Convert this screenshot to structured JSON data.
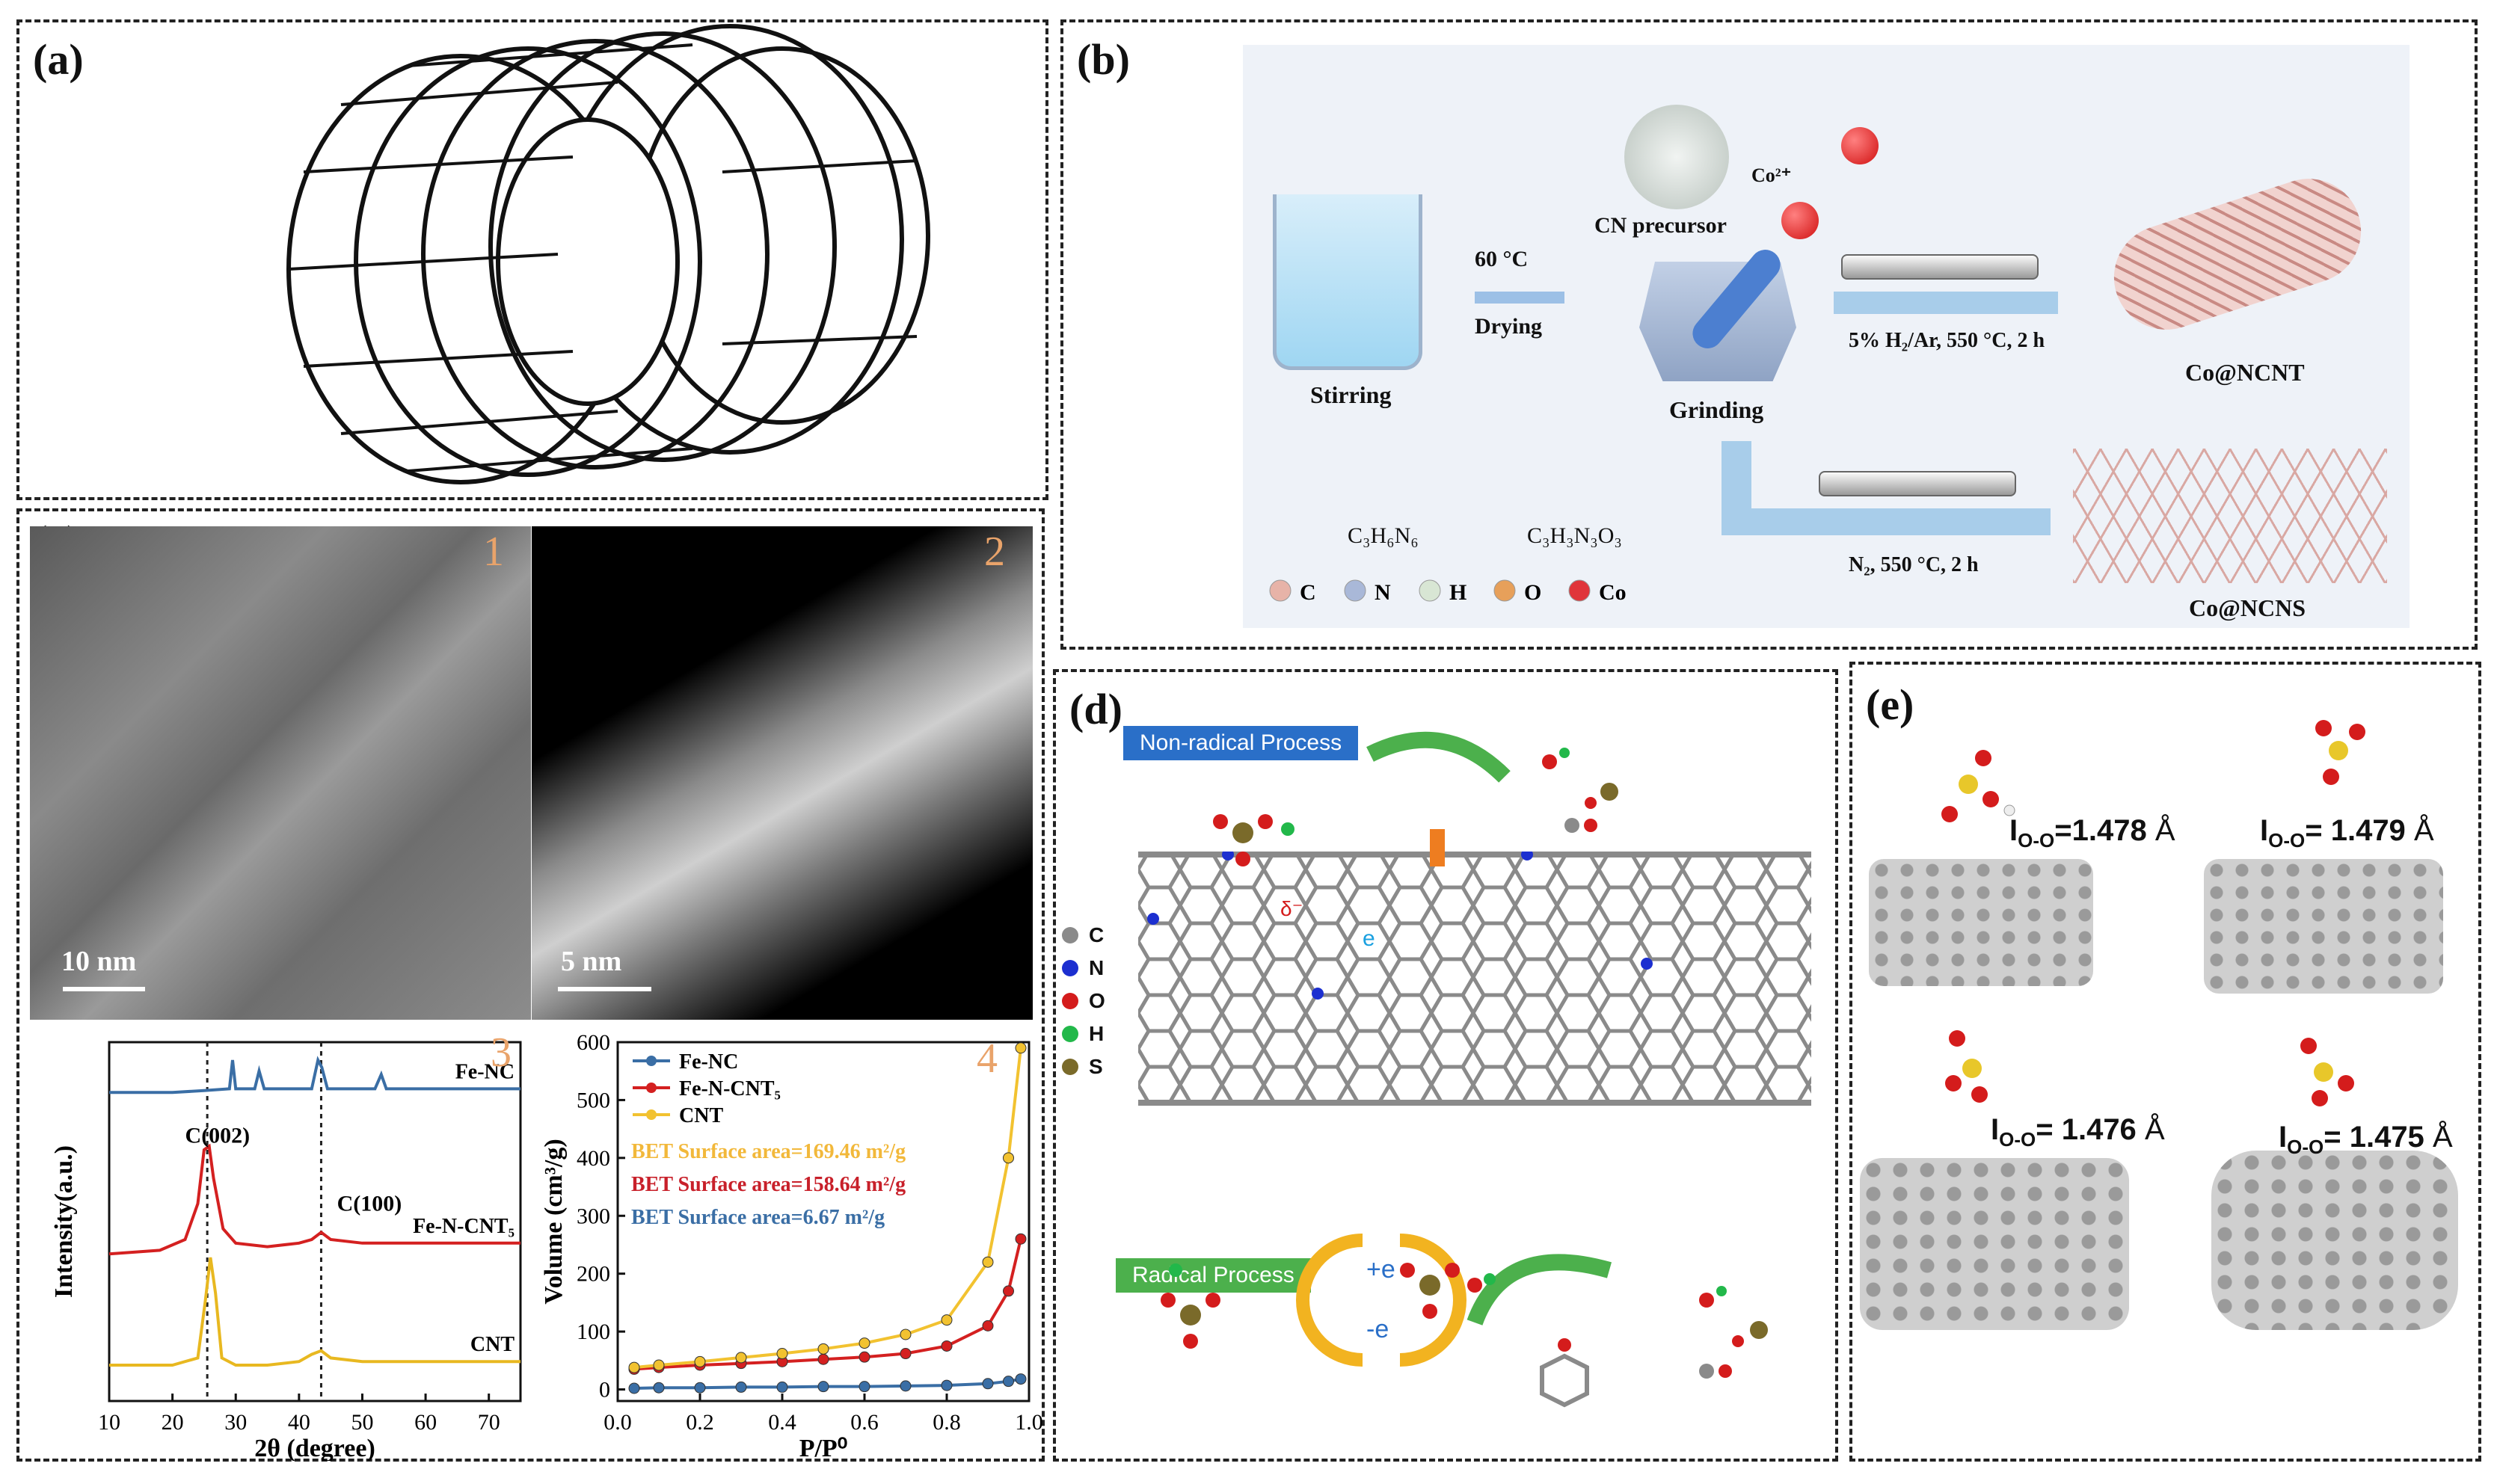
{
  "panels": {
    "a": {
      "label": "(a)"
    },
    "b": {
      "label": "(b)",
      "cn_precursor": "CN precursor",
      "co_ion": "Co²⁺",
      "step_temp": "60 °C",
      "step_drying": "Drying",
      "stirring": "Stirring",
      "grinding": "Grinding",
      "h2_condition": "5% H₂/Ar, 550 °C, 2 h",
      "n2_condition": "N₂, 550 °C, 2 h",
      "product_nct": "Co@NCNT",
      "product_ncs": "Co@NCNS",
      "molecule1": "C₃H₆N₆",
      "molecule2": "C₃H₃N₃O₃",
      "legend": [
        "C",
        "N",
        "H",
        "O",
        "Co"
      ],
      "colors": {
        "C": "#e7b3a8",
        "N": "#a9b8d8",
        "H": "#d8e6d4",
        "O": "#e7a05a",
        "Co": "#e0353a"
      }
    },
    "c": {
      "label": "(c)",
      "sub1": "1",
      "sub2": "2",
      "sub3": "3",
      "sub4": "4",
      "scale1": "10 nm",
      "scale2": "5 nm"
    },
    "d": {
      "label": "(d)",
      "non_radical": "Non-radical Process",
      "radical": "Radical Process",
      "plus_e": "+e",
      "minus_e": "-e",
      "e_label": "e",
      "delta": "δ⁻",
      "legend": [
        {
          "label": "C",
          "color": "#8a8a8a"
        },
        {
          "label": "N",
          "color": "#1c2fd0"
        },
        {
          "label": "O",
          "color": "#d41c1c"
        },
        {
          "label": "H",
          "color": "#22b84a"
        },
        {
          "label": "S",
          "color": "#7a6a2a"
        }
      ]
    },
    "e": {
      "label": "(e)",
      "bonds": [
        {
          "prefix": "I",
          "sub": "O-O",
          "text": "=1.478",
          "unit": "Å"
        },
        {
          "prefix": "I",
          "sub": "O-O",
          "text": "= 1.479",
          "unit": "Å"
        },
        {
          "prefix": "I",
          "sub": "O-O",
          "text": "= 1.476",
          "unit": "Å"
        },
        {
          "prefix": "I",
          "sub": "O-O",
          "text": "= 1.475",
          "unit": "Å"
        }
      ]
    }
  },
  "chart_data": [
    {
      "type": "line",
      "panel": "c-3",
      "xlabel": "2θ (degree)",
      "ylabel": "Intensity(a.u.)",
      "xlim": [
        10,
        75
      ],
      "xticks": [
        10,
        20,
        30,
        40,
        50,
        60,
        70
      ],
      "annotations": [
        "C(002)",
        "C(100)"
      ],
      "reference_lines_x": [
        25.5,
        43.5
      ],
      "series": [
        {
          "name": "Fe-NC",
          "color": "#3a6ea5",
          "x": [
            10,
            20,
            25,
            29,
            29.5,
            30,
            33,
            33.7,
            34.5,
            42,
            43,
            43.6,
            44.5,
            52,
            53,
            53.8,
            60,
            70,
            75
          ],
          "y": [
            0.86,
            0.86,
            0.865,
            0.87,
            0.95,
            0.87,
            0.87,
            0.92,
            0.87,
            0.87,
            0.95,
            0.93,
            0.87,
            0.87,
            0.91,
            0.87,
            0.87,
            0.87,
            0.87
          ]
        },
        {
          "name": "Fe-N-CNT₅",
          "color": "#d42020",
          "x": [
            10,
            18,
            22,
            24,
            25,
            25.8,
            26.5,
            28,
            30,
            35,
            40,
            42,
            43.5,
            45,
            50,
            60,
            70,
            75
          ],
          "y": [
            0.41,
            0.42,
            0.45,
            0.55,
            0.7,
            0.71,
            0.62,
            0.48,
            0.44,
            0.43,
            0.44,
            0.45,
            0.47,
            0.45,
            0.44,
            0.44,
            0.44,
            0.44
          ]
        },
        {
          "name": "CNT",
          "color": "#e8b820",
          "x": [
            10,
            20,
            24,
            25.2,
            26,
            26.8,
            27.8,
            30,
            35,
            40,
            42,
            43.5,
            45,
            50,
            60,
            70,
            75
          ],
          "y": [
            0.1,
            0.1,
            0.12,
            0.28,
            0.4,
            0.3,
            0.12,
            0.1,
            0.1,
            0.11,
            0.13,
            0.14,
            0.12,
            0.11,
            0.11,
            0.11,
            0.11
          ]
        }
      ]
    },
    {
      "type": "line",
      "panel": "c-4",
      "xlabel": "P/P⁰",
      "ylabel": "Volume (cm³/g)",
      "xlim": [
        0,
        1.0
      ],
      "ylim": [
        -20,
        600
      ],
      "xticks": [
        0.0,
        0.2,
        0.4,
        0.6,
        0.8,
        1.0
      ],
      "yticks": [
        0,
        100,
        200,
        300,
        400,
        500,
        600
      ],
      "series": [
        {
          "name": "Fe-NC",
          "color": "#3a6ea5",
          "x": [
            0.04,
            0.1,
            0.2,
            0.3,
            0.4,
            0.5,
            0.6,
            0.7,
            0.8,
            0.9,
            0.95,
            0.98
          ],
          "y": [
            2,
            3,
            3,
            4,
            4,
            5,
            5,
            6,
            7,
            10,
            14,
            18
          ]
        },
        {
          "name": "Fe-N-CNT₅",
          "color": "#d42020",
          "x": [
            0.04,
            0.1,
            0.2,
            0.3,
            0.4,
            0.5,
            0.6,
            0.7,
            0.8,
            0.9,
            0.95,
            0.98
          ],
          "y": [
            35,
            38,
            42,
            45,
            48,
            52,
            56,
            62,
            75,
            110,
            170,
            260
          ]
        },
        {
          "name": "CNT",
          "color": "#f2c230",
          "x": [
            0.04,
            0.1,
            0.2,
            0.3,
            0.4,
            0.5,
            0.6,
            0.7,
            0.8,
            0.9,
            0.95,
            0.98
          ],
          "y": [
            38,
            42,
            48,
            55,
            62,
            70,
            80,
            95,
            120,
            220,
            400,
            590
          ]
        }
      ],
      "annotations": [
        {
          "text": "BET Surface area=169.46 m²/g",
          "color": "#f2b83a"
        },
        {
          "text": "BET Surface area=158.64 m²/g",
          "color": "#c8202a"
        },
        {
          "text": "BET Surface area=6.67 m²/g",
          "color": "#3a6ea5"
        }
      ]
    }
  ]
}
